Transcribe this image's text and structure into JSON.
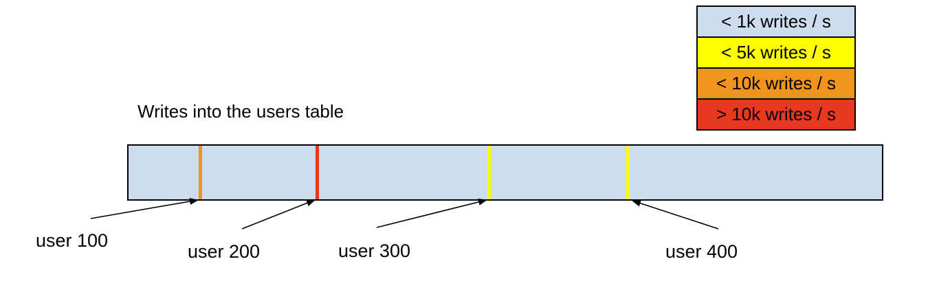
{
  "title": "Writes into the users table",
  "legend": {
    "items": [
      {
        "label": "< 1k writes / s",
        "color": "#cddcee"
      },
      {
        "label": "< 5k writes / s",
        "color": "#fdff00"
      },
      {
        "label": "< 10k writes / s",
        "color": "#f0941e"
      },
      {
        "label": "> 10k writes / s",
        "color": "#e8391f"
      }
    ]
  },
  "bar": {
    "fill": "#cddcee",
    "border_color": "#000000"
  },
  "markers": [
    {
      "label": "user 100",
      "color": "#f0941e"
    },
    {
      "label": "user 200",
      "color": "#e8391f"
    },
    {
      "label": "user 300",
      "color": "#fdff00"
    },
    {
      "label": "user 400",
      "color": "#fdff00"
    }
  ]
}
